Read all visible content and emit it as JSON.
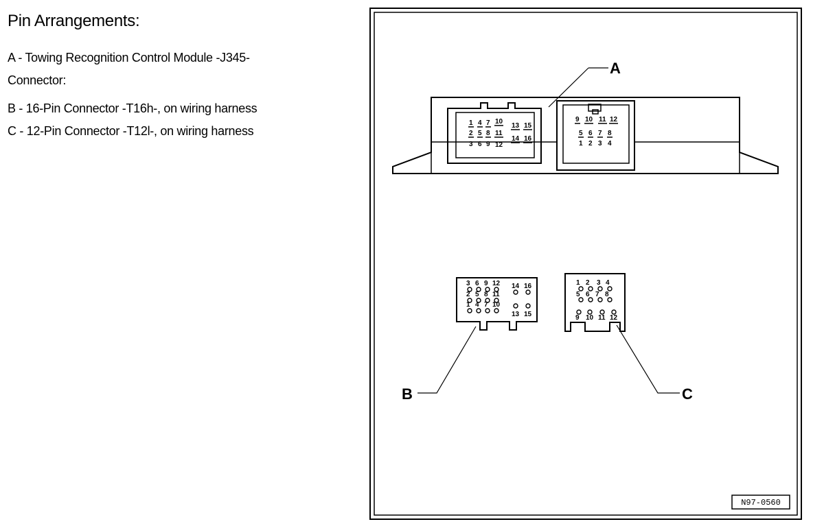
{
  "heading": "Pin Arrangements:",
  "legend": [
    "A - Towing Recognition Control Module -J345-",
    "Connector:",
    "B - 16-Pin Connector -T16h-, on wiring harness",
    "C - 12-Pin Connector -T12l-, on wiring harness"
  ],
  "callouts": {
    "a": "A",
    "b": "B",
    "c": "C"
  },
  "module_pins": {
    "left_top": [
      "1",
      "4",
      "7",
      "10",
      "13",
      "15"
    ],
    "left_mid": [
      "2",
      "5",
      "8",
      "11"
    ],
    "left_bot": [
      "3",
      "6",
      "9",
      "12",
      "14",
      "16"
    ],
    "right_top": [
      "9",
      "10",
      "11",
      "12"
    ],
    "right_bot": [
      "5",
      "6",
      "7",
      "8",
      "1",
      "2",
      "3",
      "4"
    ]
  },
  "connector_b_pins": {
    "row1": [
      "3",
      "6",
      "9",
      "12",
      "14",
      "16"
    ],
    "row2": [
      "2",
      "5",
      "8",
      "11"
    ],
    "row3": [
      "1",
      "4",
      "7",
      "10",
      "13",
      "15"
    ]
  },
  "connector_c_pins": {
    "row1": [
      "1",
      "2",
      "3",
      "4"
    ],
    "row2": [
      "5",
      "6",
      "7",
      "8"
    ],
    "row3": [
      "9",
      "10",
      "11",
      "12"
    ]
  },
  "reference": "N97-0560"
}
